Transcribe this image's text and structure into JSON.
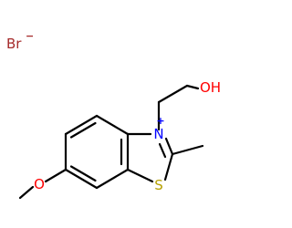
{
  "colors": {
    "bond": "#000000",
    "bromine": "#a52a2a",
    "nitrogen": "#0000ff",
    "oxygen": "#ff0000",
    "sulfur": "#b5a000"
  },
  "labels": {
    "bromide": "Br",
    "bromide_charge": "−",
    "nitrogen": "N",
    "nitrogen_charge": "+",
    "sulfur": "S",
    "hydroxyl": "OH",
    "ether_oxygen": "O"
  }
}
